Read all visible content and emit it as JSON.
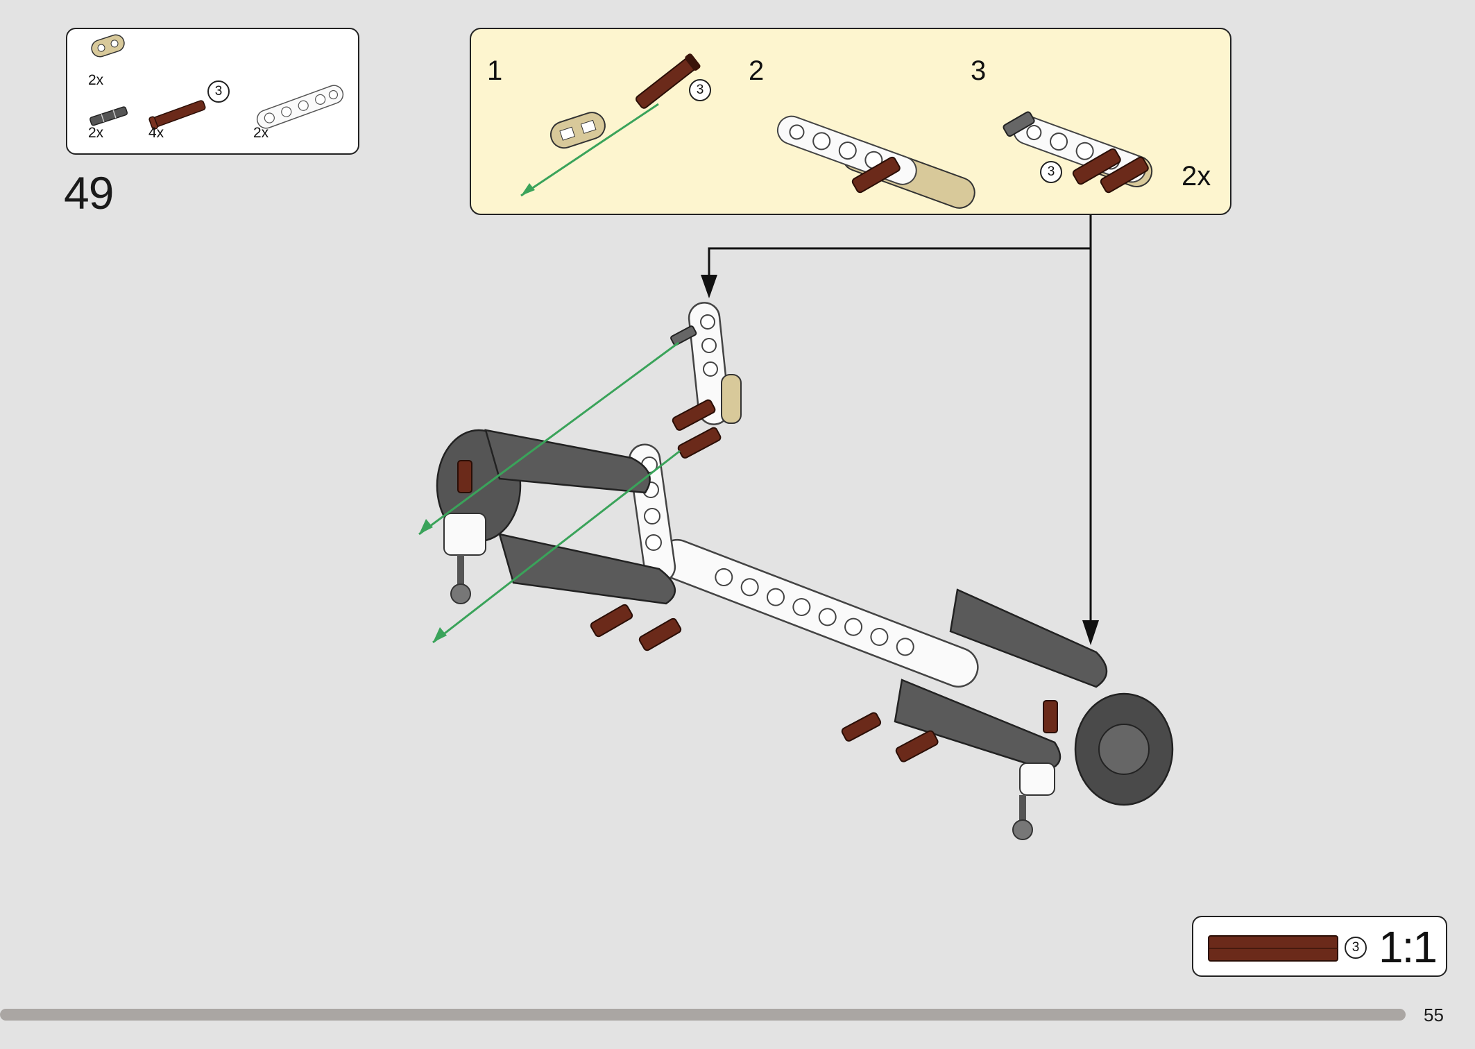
{
  "step": {
    "number": "49"
  },
  "parts_list": {
    "items": [
      {
        "name": "tan-connector",
        "qty": "2x"
      },
      {
        "name": "grey-axle-pin",
        "qty": "2x"
      },
      {
        "name": "brown-pin",
        "qty": "4x",
        "length": "3"
      },
      {
        "name": "white-beam",
        "qty": "2x"
      }
    ]
  },
  "sub_assembly": {
    "steps": [
      "1",
      "2",
      "3"
    ],
    "pin_length_label": "3",
    "step3_pin_length_label": "3",
    "multiplier": "2x"
  },
  "scale_indicator": {
    "length_label": "3",
    "ratio": "1:1"
  },
  "page": {
    "number": "55"
  },
  "colors": {
    "background": "#e3e3e3",
    "sub_box_fill": "#fdf5cf",
    "brown_pin": "#6b2a1a",
    "dark_grey": "#5a5a5a",
    "tan": "#d8c99a",
    "green_arrow": "#3aa35a"
  }
}
